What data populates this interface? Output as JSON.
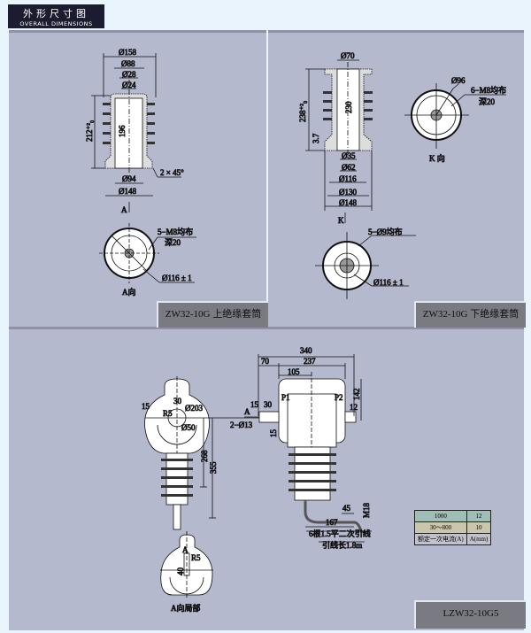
{
  "header": {
    "title_cn": "外形尺寸图",
    "title_en": "OVERALL DIMENSIONS"
  },
  "panel_upper": {
    "caption": "ZW32-10G 上绝缘套筒",
    "dims": {
      "d158": "Ø158",
      "d88": "Ø88",
      "d28": "Ø28",
      "d24": "Ø24",
      "h212": "212⁺²₀",
      "h196": "196",
      "d94": "Ø94",
      "d148": "Ø148",
      "chamfer": "2 × 45°",
      "arrow": "A"
    },
    "view": {
      "holes": "5−M8均布",
      "depth": "深20",
      "pcd": "Ø116 ± 1",
      "label": "A向"
    }
  },
  "panel_lower": {
    "caption": "ZW32-10G 下绝缘套筒",
    "dims": {
      "d70": "Ø70",
      "h238": "238⁺²₀",
      "h230": "230",
      "h37": "3.7",
      "d35": "Ø35",
      "d62": "Ø62",
      "d116": "Ø116",
      "d130": "Ø130",
      "d148": "Ø148",
      "arrow": "K"
    },
    "kview": {
      "d96": "Ø96",
      "holes": "6−M8均布",
      "depth": "深20",
      "label": "K 向"
    },
    "bottom_view": {
      "holes": "5−Ø9均布",
      "pcd": "Ø116 ± 1"
    }
  },
  "panel_ct": {
    "caption": "LZW32-10G5",
    "side": {
      "d15": "15",
      "d30": "30",
      "r5": "R5",
      "d203": "Ø203",
      "d50": "Ø50",
      "h268": "268",
      "h355": "355"
    },
    "front": {
      "w340": "340",
      "w70": "70",
      "w237": "237",
      "w105": "105",
      "h142": "142",
      "p1": "P1",
      "p2": "P2",
      "d15": "15",
      "d30": "30",
      "a": "A",
      "holes": "2−Ø13",
      "d12": "12",
      "d15b": "15",
      "d45": "45",
      "m18": "M18",
      "d167": "167",
      "wire": "6根1.5平二次引线",
      "wire_len": "引线长1.8m"
    },
    "detail": {
      "a": "A",
      "r5": "R5",
      "d40": "40",
      "label": "A向局部"
    },
    "table": {
      "rows": [
        [
          "1000",
          "12"
        ],
        [
          "30～800",
          "10"
        ],
        [
          "额定一次电流(A)",
          "A(mm)"
        ]
      ]
    }
  },
  "colors": {
    "header": "#1c1c30",
    "panel": "#b4b9cd",
    "caption": "#7a7a82"
  }
}
